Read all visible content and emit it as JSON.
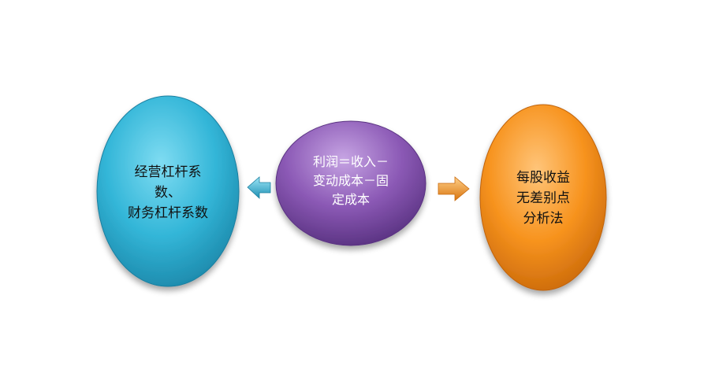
{
  "center_node": {
    "lines": [
      "利润＝收入－",
      "变动成本－固",
      "定成本"
    ],
    "color": "#8e5cb5"
  },
  "left_node": {
    "lines": [
      "经营杠杆系",
      "数、",
      "财务杠杆系数"
    ],
    "color": "#2fb4d6"
  },
  "right_node": {
    "lines": [
      "每股收益",
      "无差别点",
      "分析法"
    ],
    "color": "#f7931e"
  },
  "left_arrow": {
    "color": "#3aa6cc"
  },
  "right_arrow": {
    "color": "#f39a2a"
  }
}
